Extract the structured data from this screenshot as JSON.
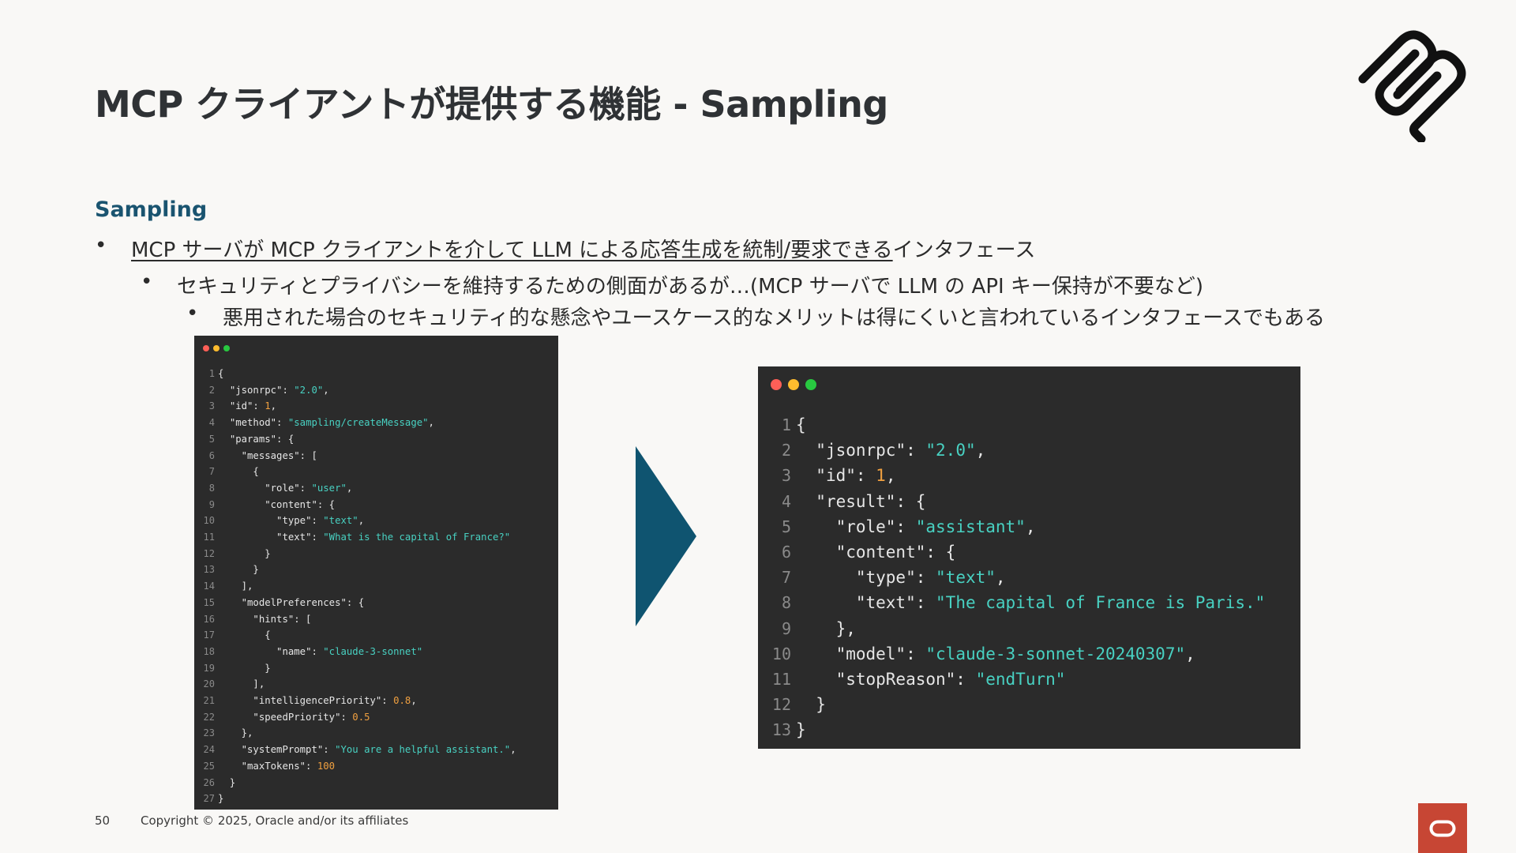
{
  "slide": {
    "title": "MCP クライアントが提供する機能 - Sampling",
    "section_heading": "Sampling",
    "bullets": {
      "level1_underlined": "MCP サーバが MCP クライアントを介して LLM による応答生成を統制/要求できる",
      "level1_rest": "インタフェース",
      "level2": "セキュリティとプライバシーを維持するための側面があるが…(MCP サーバで LLM の API キー保持が不要など)",
      "level3": "悪用された場合のセキュリティ的な懸念やユースケース的なメリットは得にくいと言われているインタフェースでもある"
    },
    "bullet_glyph": "•"
  },
  "code_request": [
    {
      "n": "1",
      "text": "{"
    },
    {
      "n": "2",
      "text": "  \"jsonrpc\": \"2.0\","
    },
    {
      "n": "3",
      "text": "  \"id\": 1,"
    },
    {
      "n": "4",
      "text": "  \"method\": \"sampling/createMessage\","
    },
    {
      "n": "5",
      "text": "  \"params\": {"
    },
    {
      "n": "6",
      "text": "    \"messages\": ["
    },
    {
      "n": "7",
      "text": "      {"
    },
    {
      "n": "8",
      "text": "        \"role\": \"user\","
    },
    {
      "n": "9",
      "text": "        \"content\": {"
    },
    {
      "n": "10",
      "text": "          \"type\": \"text\","
    },
    {
      "n": "11",
      "text": "          \"text\": \"What is the capital of France?\""
    },
    {
      "n": "12",
      "text": "        }"
    },
    {
      "n": "13",
      "text": "      }"
    },
    {
      "n": "14",
      "text": "    ],"
    },
    {
      "n": "15",
      "text": "    \"modelPreferences\": {"
    },
    {
      "n": "16",
      "text": "      \"hints\": ["
    },
    {
      "n": "17",
      "text": "        {"
    },
    {
      "n": "18",
      "text": "          \"name\": \"claude-3-sonnet\""
    },
    {
      "n": "19",
      "text": "        }"
    },
    {
      "n": "20",
      "text": "      ],"
    },
    {
      "n": "21",
      "text": "      \"intelligencePriority\": 0.8,"
    },
    {
      "n": "22",
      "text": "      \"speedPriority\": 0.5"
    },
    {
      "n": "23",
      "text": "    },"
    },
    {
      "n": "24",
      "text": "    \"systemPrompt\": \"You are a helpful assistant.\","
    },
    {
      "n": "25",
      "text": "    \"maxTokens\": 100"
    },
    {
      "n": "26",
      "text": "  }"
    },
    {
      "n": "27",
      "text": "}"
    }
  ],
  "code_response": [
    {
      "n": "1",
      "text": "{"
    },
    {
      "n": "2",
      "text": "  \"jsonrpc\": \"2.0\","
    },
    {
      "n": "3",
      "text": "  \"id\": 1,"
    },
    {
      "n": "4",
      "text": "  \"result\": {"
    },
    {
      "n": "5",
      "text": "    \"role\": \"assistant\","
    },
    {
      "n": "6",
      "text": "    \"content\": {"
    },
    {
      "n": "7",
      "text": "      \"type\": \"text\","
    },
    {
      "n": "8",
      "text": "      \"text\": \"The capital of France is Paris.\""
    },
    {
      "n": "9",
      "text": "    },"
    },
    {
      "n": "10",
      "text": "    \"model\": \"claude-3-sonnet-20240307\","
    },
    {
      "n": "11",
      "text": "    \"stopReason\": \"endTurn\""
    },
    {
      "n": "12",
      "text": "  }"
    },
    {
      "n": "13",
      "text": "}"
    }
  ],
  "footer": {
    "page_number": "50",
    "copyright": "Copyright © 2025, Oracle and/or its affiliates"
  },
  "colors": {
    "title": "#2f3235",
    "heading_accent": "#1a5470",
    "arrow": "#0f5470",
    "code_background": "#2b2b2b",
    "code_string": "#48d1c2",
    "code_number": "#f0a040",
    "window_dot_red": "#ff5f57",
    "window_dot_yellow": "#febc2e",
    "window_dot_green": "#28c840",
    "oracle_red": "#c74634"
  },
  "icons": {
    "top_logo": "mcp-logo-icon",
    "window_controls": "window-control-dots-icon",
    "arrow": "chevron-right-arrow-icon",
    "oracle_logo": "oracle-logo-icon"
  }
}
